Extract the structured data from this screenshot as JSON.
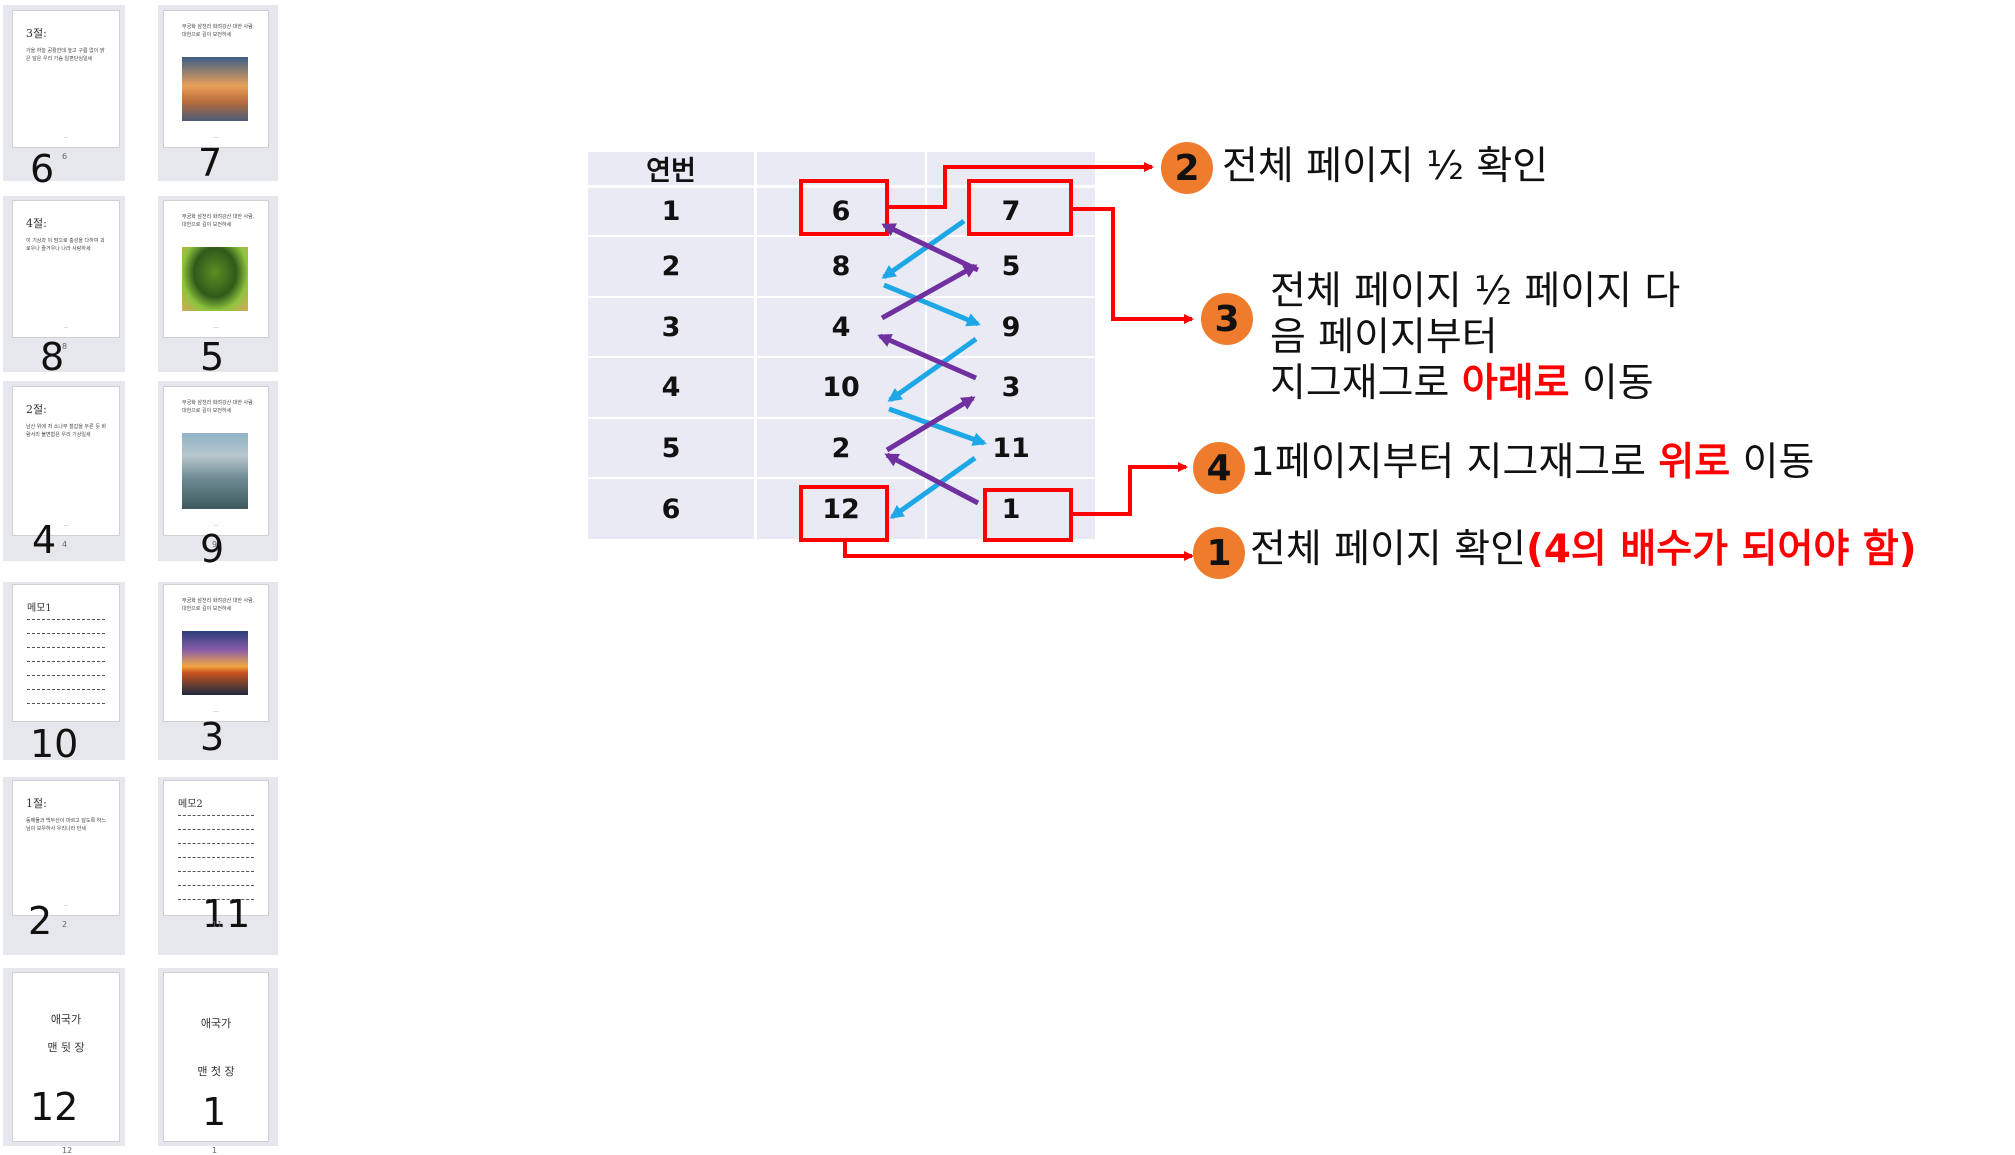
{
  "thumbnails": [
    {
      "key": "p6",
      "kind": "section",
      "title": "3절:",
      "text": "가을 하늘 공활한데 높고 구름 없이 밝은 달은 우리 가슴 일편단심일세",
      "bignum": "6",
      "smallnum": "6"
    },
    {
      "key": "p7",
      "kind": "image",
      "caption": "무궁화 삼천리 화려강산 대한 사람, 대한으로 길이 보전하세",
      "image": "sunset-clouds",
      "bignum": "7",
      "smallnum": ""
    },
    {
      "key": "p8",
      "kind": "section",
      "title": "4절:",
      "text": "이 기상과 이 맘으로 충성을 다하여 괴로우나 즐거우나 나라 사랑하세",
      "bignum": "8",
      "smallnum": "8"
    },
    {
      "key": "p5",
      "kind": "image",
      "caption": "무궁화 삼천리 화려강산 대한 사람, 대한으로 길이 보전하세",
      "image": "tree",
      "bignum": "5",
      "smallnum": ""
    },
    {
      "key": "p4",
      "kind": "section",
      "title": "2절:",
      "text": "남산 위에 저 소나무 철갑을 두른 듯 바람서리 불변함은 우리 기상일세",
      "bignum": "4",
      "smallnum": "4"
    },
    {
      "key": "p9",
      "kind": "image",
      "caption": "무궁화 삼천리 화려강산 대한 사람, 대한으로 길이 보전하세",
      "image": "city",
      "bignum": "9",
      "smallnum": "9"
    },
    {
      "key": "p10",
      "kind": "memo",
      "title": "메모1",
      "bignum": "10",
      "smallnum": ""
    },
    {
      "key": "p3",
      "kind": "image",
      "caption": "무궁화 삼천리 화려강산 대한 사람, 대한으로 길이 보전하세",
      "image": "sea-sunset",
      "bignum": "3",
      "smallnum": ""
    },
    {
      "key": "p2",
      "kind": "section",
      "title": "1절:",
      "text": "동해물과 백두산이 마르고 닳도록 하느님이 보우하사 우리나라 만세",
      "bignum": "2",
      "smallnum": "2"
    },
    {
      "key": "p11",
      "kind": "memo",
      "title": "메모2",
      "bignum": "11",
      "smallnum": "11"
    },
    {
      "key": "p12",
      "kind": "anthem",
      "title": "애국가",
      "sub": "맨 뒷 장",
      "bignum": "12",
      "smallnum": "12"
    },
    {
      "key": "p1",
      "kind": "anthem",
      "title": "애국가",
      "sub": "맨 첫 장",
      "bignum": "1",
      "smallnum": "1"
    }
  ],
  "table": {
    "header": "연번",
    "rows": [
      {
        "seq": "1",
        "left": "6",
        "right": "7"
      },
      {
        "seq": "2",
        "left": "8",
        "right": "5"
      },
      {
        "seq": "3",
        "left": "4",
        "right": "9"
      },
      {
        "seq": "4",
        "left": "10",
        "right": "3"
      },
      {
        "seq": "5",
        "left": "2",
        "right": "11"
      },
      {
        "seq": "6",
        "left": "12",
        "right": "1"
      }
    ]
  },
  "annotations": {
    "step2": {
      "badge": "2",
      "text": "전체 페이지 ½ 확인"
    },
    "step3": {
      "badge": "3",
      "line1": "전체 페이지 ½ 페이지 다",
      "line2": "음 페이지부터",
      "line3_pre": "지그재그로 ",
      "line3_red": "아래로",
      "line3_post": " 이동"
    },
    "step4": {
      "badge": "4",
      "pre": "1페이지부터 지그재그로 ",
      "red": "위로",
      "post": " 이동"
    },
    "step1": {
      "badge": "1",
      "pre": "전체 페이지 확인",
      "red": "(4의 배수가 되어야 함)"
    }
  },
  "colors": {
    "badge": "#ee7c2c",
    "red": "#ff0000",
    "purple": "#7030a0",
    "blue": "#1ea7e6",
    "table_bg": "#e9eaf3"
  }
}
